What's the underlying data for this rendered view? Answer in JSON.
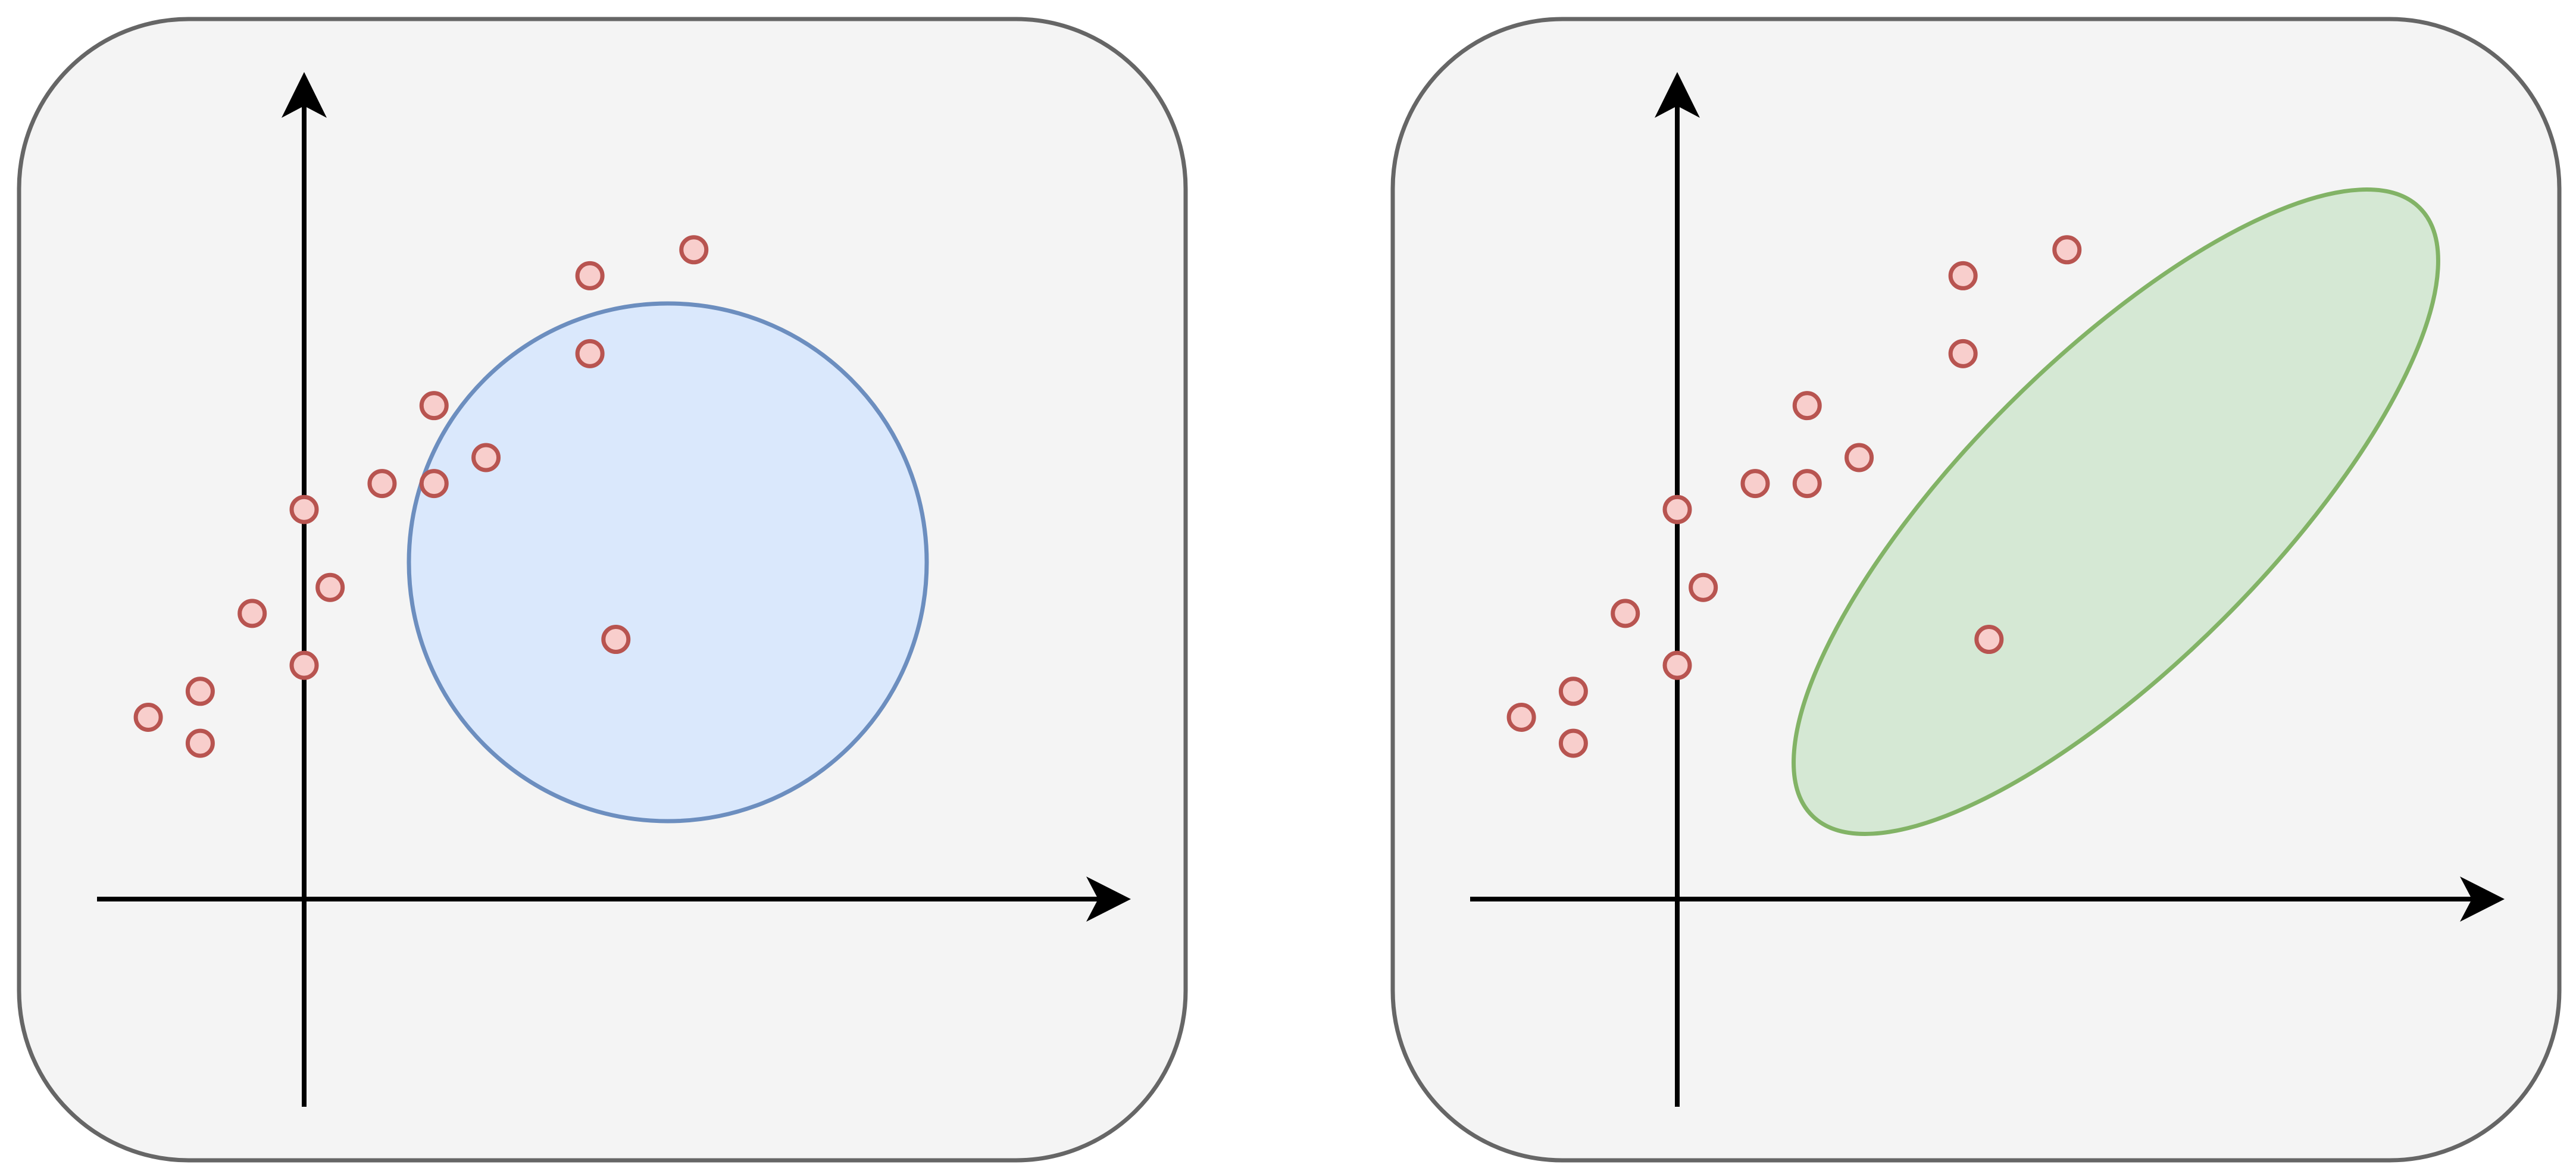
{
  "colors": {
    "background": "#ffffff",
    "panel_fill": "#f4f4f4",
    "panel_stroke": "#666666",
    "axis": "#000000",
    "point_fill": "#f8cecc",
    "point_stroke": "#b85450",
    "circle_fill": "#dae8fc",
    "circle_stroke": "#6c8ebf",
    "ellipse_fill": "#d5e8d4",
    "ellipse_stroke": "#82b366"
  },
  "panels": [
    {
      "id": "left",
      "boundary_shape": "circle"
    },
    {
      "id": "right",
      "boundary_shape": "ellipse"
    }
  ],
  "points": [
    [
      -3.0,
      3.5
    ],
    [
      -2.0,
      3.0
    ],
    [
      -2.0,
      4.0
    ],
    [
      -1.0,
      5.5
    ],
    [
      0.0,
      4.5
    ],
    [
      0.5,
      6.0
    ],
    [
      0.0,
      7.5
    ],
    [
      1.5,
      8.0
    ],
    [
      2.5,
      8.0
    ],
    [
      2.5,
      9.5
    ],
    [
      3.5,
      8.5
    ],
    [
      5.5,
      10.5
    ],
    [
      5.5,
      12.0
    ],
    [
      7.5,
      12.5
    ],
    [
      6.0,
      5.0
    ]
  ]
}
